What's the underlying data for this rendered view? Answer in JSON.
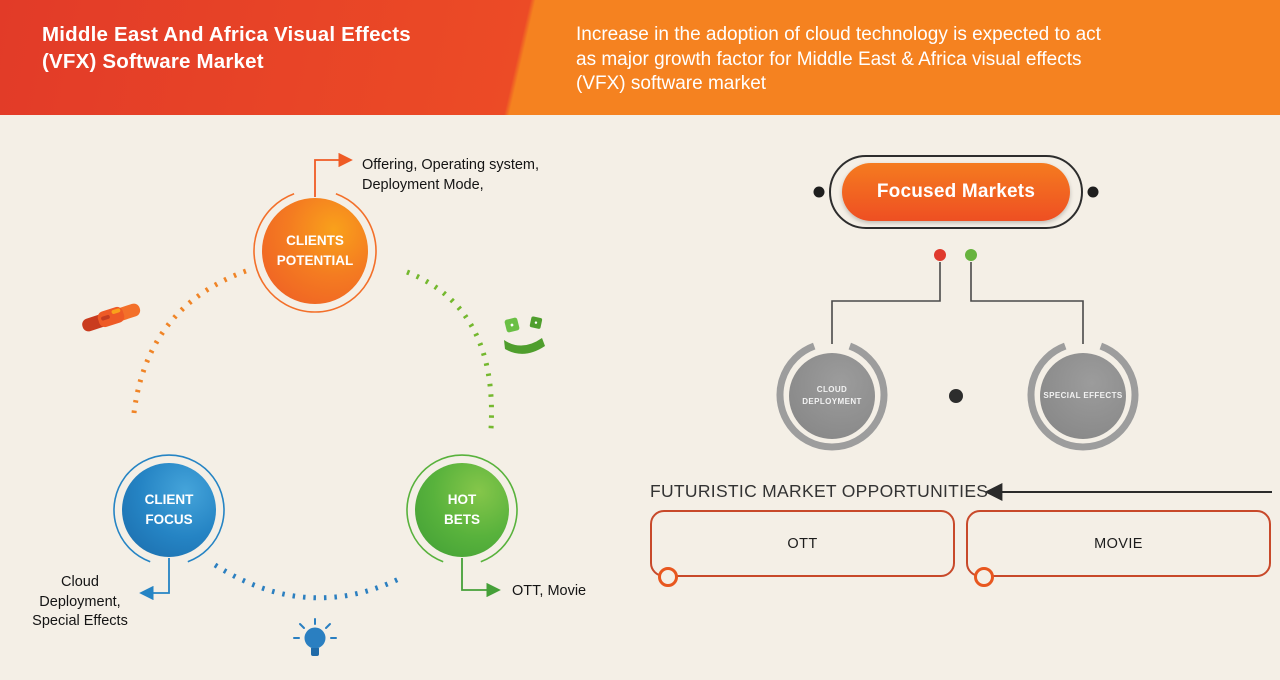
{
  "header": {
    "title": "Middle East And Africa Visual Effects\n(VFX) Software Market",
    "subtitle": "Increase in the adoption of cloud technology is expected to act\nas major growth factor for Middle East & Africa visual effects\n(VFX) software market"
  },
  "wheel": {
    "clients_potential": {
      "label": "CLIENTS\nPOTENTIAL",
      "annotation": "Offering, Operating system,\nDeployment Mode,",
      "color": "#ee5a26"
    },
    "client_focus": {
      "label": "CLIENT\nFOCUS",
      "annotation": "Cloud\nDeployment,\nSpecial Effects",
      "color": "#2584c4"
    },
    "hot_bets": {
      "label": "HOT\nBETS",
      "annotation": "OTT, Movie",
      "color": "#58b23c"
    },
    "icons": [
      "handshake-icon",
      "dice-hand-icon",
      "lightbulb-icon"
    ]
  },
  "focused_markets": {
    "title": "Focused Markets",
    "segments": [
      {
        "label": "CLOUD\nDEPLOYMENT"
      },
      {
        "label": "SPECIAL EFFECTS"
      }
    ]
  },
  "opportunities": {
    "title": "FUTURISTIC MARKET OPPORTUNITIES",
    "items": [
      {
        "label": "OTT"
      },
      {
        "label": "MOVIE"
      }
    ]
  },
  "colors": {
    "header_left": "#e23b28",
    "header_right": "#f58220",
    "background": "#f4efe6",
    "accent_orange": "#ee5a26",
    "accent_blue": "#2584c4",
    "accent_green": "#58b23c",
    "gray_node": "#8b8b8b",
    "box_border": "#c8492a"
  }
}
